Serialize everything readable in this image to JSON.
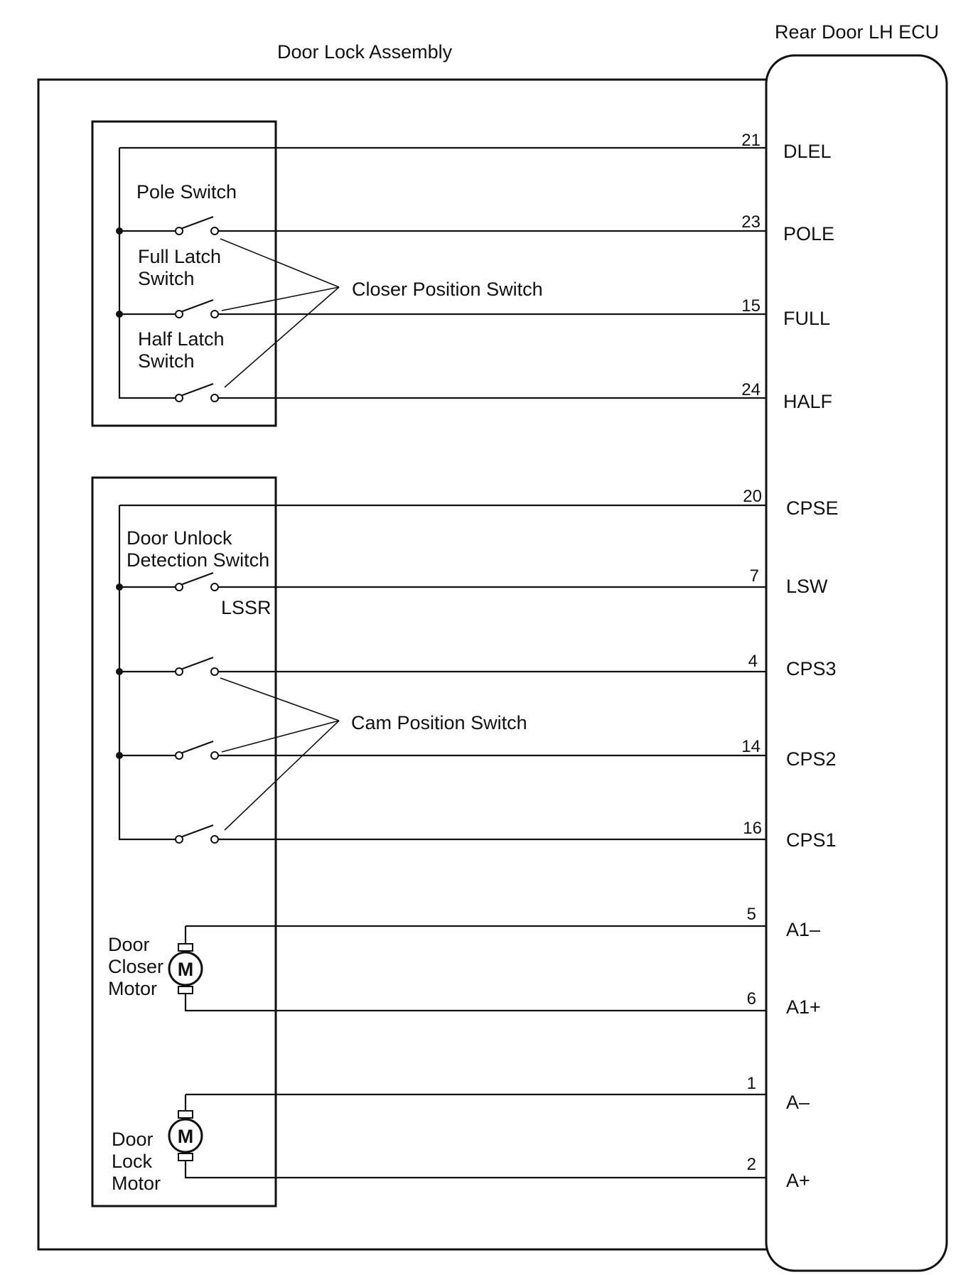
{
  "titles": {
    "assembly": "Door Lock Assembly",
    "ecu": "Rear Door LH ECU"
  },
  "labels": {
    "pole_switch": "Pole Switch",
    "full_latch_1": "Full Latch",
    "full_latch_2": "Switch",
    "half_latch_1": "Half Latch",
    "half_latch_2": "Switch",
    "closer_position": "Closer Position Switch",
    "door_unlock_1": "Door Unlock",
    "door_unlock_2": "Detection Switch",
    "lssr": "LSSR",
    "cam_position": "Cam Position Switch",
    "door_closer_1": "Door",
    "door_closer_2": "Closer",
    "door_closer_3": "Motor",
    "door_lock_1": "Door",
    "door_lock_2": "Lock",
    "door_lock_3": "Motor",
    "motor_symbol": "M"
  },
  "connections": [
    {
      "pin": "21",
      "signal": "DLEL"
    },
    {
      "pin": "23",
      "signal": "POLE"
    },
    {
      "pin": "15",
      "signal": "FULL"
    },
    {
      "pin": "24",
      "signal": "HALF"
    },
    {
      "pin": "20",
      "signal": "CPSE"
    },
    {
      "pin": "7",
      "signal": "LSW"
    },
    {
      "pin": "4",
      "signal": "CPS3"
    },
    {
      "pin": "14",
      "signal": "CPS2"
    },
    {
      "pin": "16",
      "signal": "CPS1"
    },
    {
      "pin": "5",
      "signal": "A1–"
    },
    {
      "pin": "6",
      "signal": "A1+"
    },
    {
      "pin": "1",
      "signal": "A–"
    },
    {
      "pin": "2",
      "signal": "A+"
    }
  ]
}
